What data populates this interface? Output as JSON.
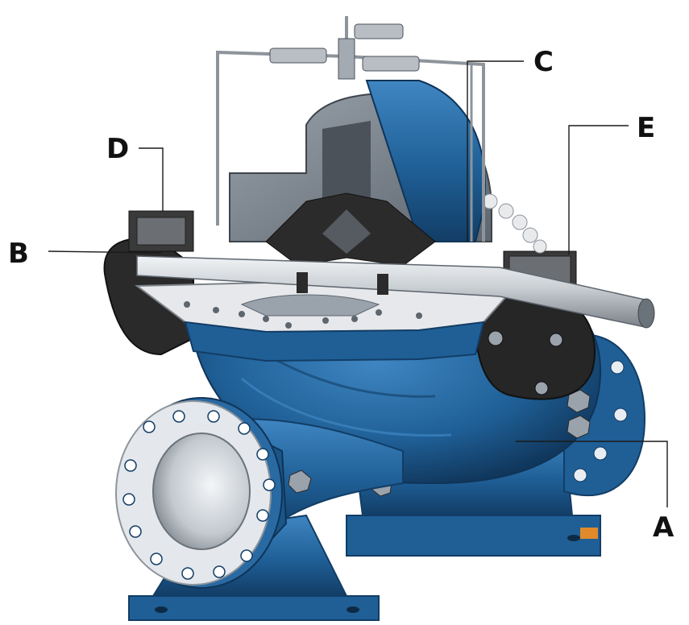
{
  "callouts": {
    "a": "A",
    "b": "B",
    "c": "C",
    "d": "D",
    "e": "E"
  },
  "palette": {
    "casing_blue": "#1f5f96",
    "casing_dark": "#123d66",
    "casing_light": "#3f86c2",
    "section_grey": "#77808a",
    "shaft": "#c9ced3",
    "steel_dark": "#2b2b2b",
    "flange_face": "#dfe3e8"
  }
}
